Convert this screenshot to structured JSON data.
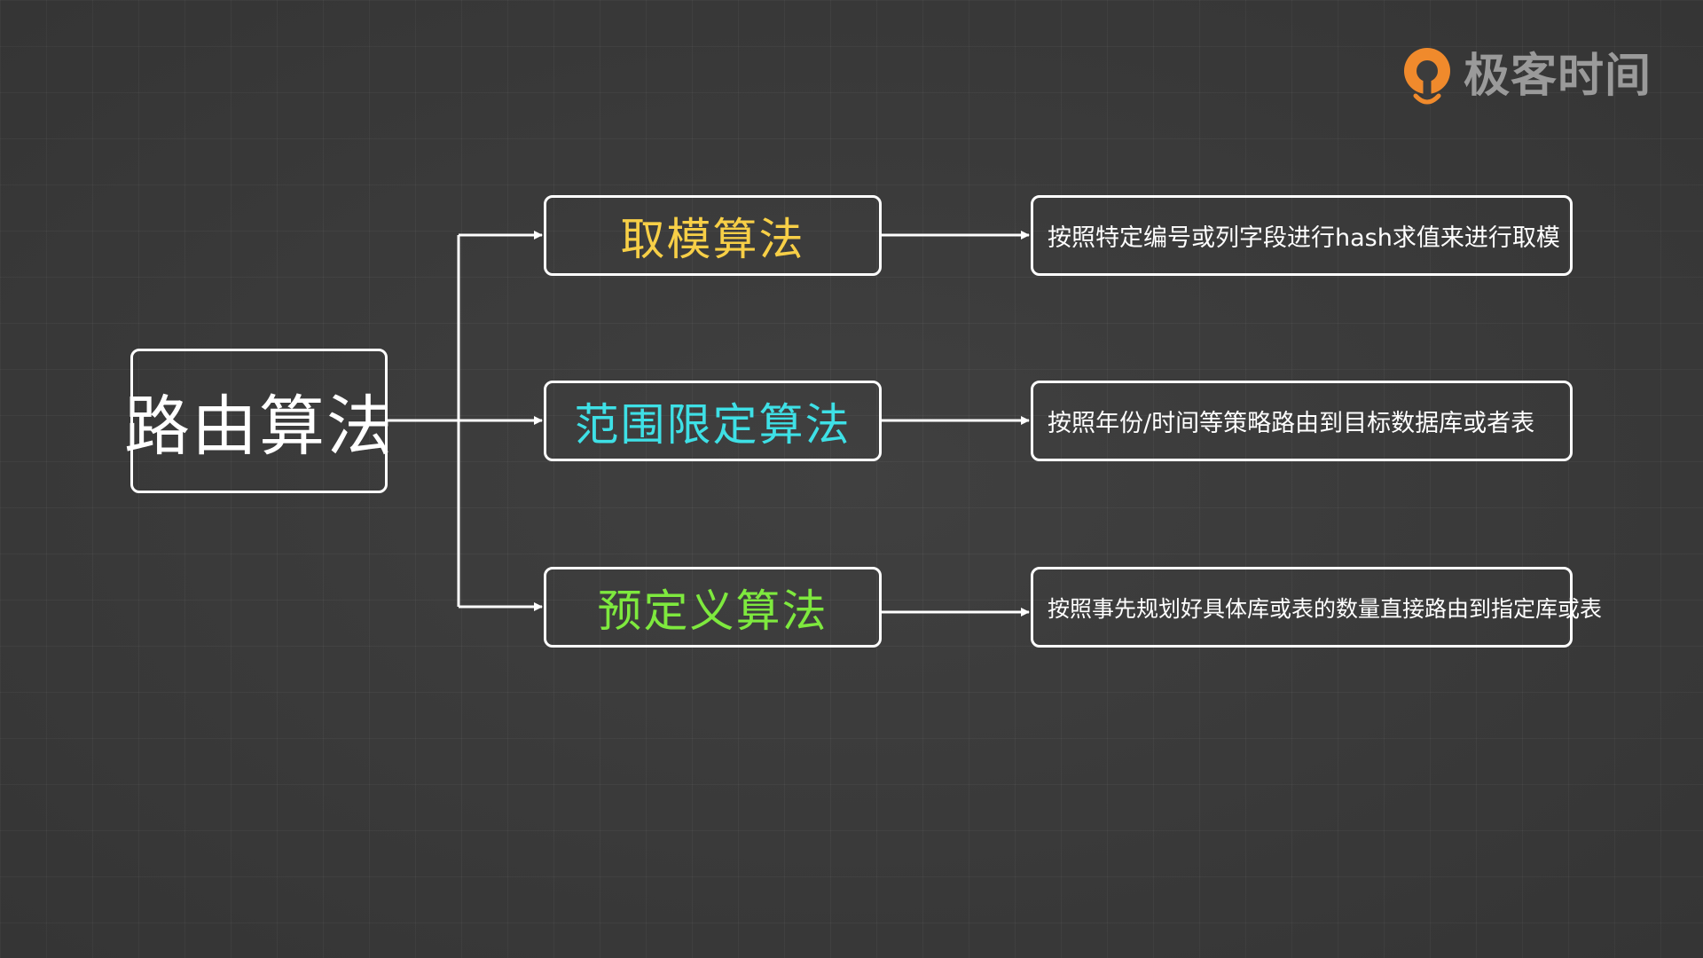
{
  "brand": {
    "name": "极客时间",
    "accent_color": "#f08a2c",
    "icon": "geektime-logo-icon"
  },
  "diagram": {
    "root": {
      "label": "路由算法"
    },
    "branches": [
      {
        "algorithm": "取模算法",
        "color": "#f7cf47",
        "description": "按照特定编号或列字段进行hash求值来进行取模"
      },
      {
        "algorithm": "范围限定算法",
        "color": "#3ee0e6",
        "description": "按照年份/时间等策略路由到目标数据库或者表"
      },
      {
        "algorithm": "预定义算法",
        "color": "#7ee93e",
        "description": "按照事先规划好具体库或表的数量直接路由到指定库或表"
      }
    ]
  }
}
